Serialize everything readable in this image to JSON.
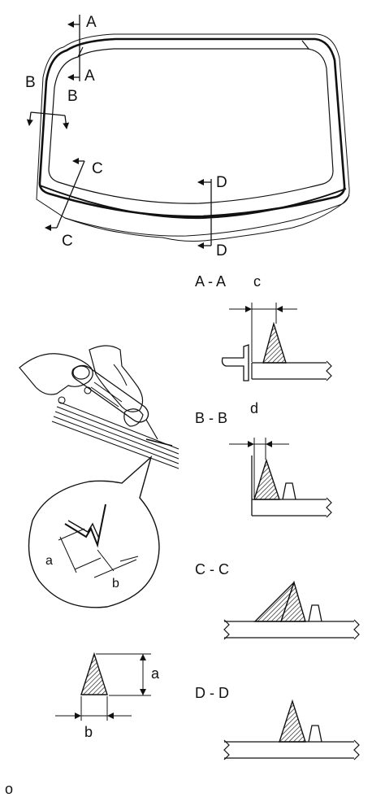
{
  "windshield_markers": {
    "a_top": "A",
    "a_bottom": "A",
    "b_left": "B",
    "b_right": "B",
    "c_top": "C",
    "c_bottom": "C",
    "d_top": "D",
    "d_bottom": "D"
  },
  "sections": {
    "aa": {
      "title": "A - A",
      "dim": "c"
    },
    "bb": {
      "title": "B - B",
      "dim": "d"
    },
    "cc": {
      "title": "C - C"
    },
    "dd": {
      "title": "D - D"
    }
  },
  "bead_detail": {
    "height_label": "a",
    "width_label": "b"
  },
  "bead_profile": {
    "height_label": "a",
    "width_label": "b"
  },
  "figure_code": "o"
}
